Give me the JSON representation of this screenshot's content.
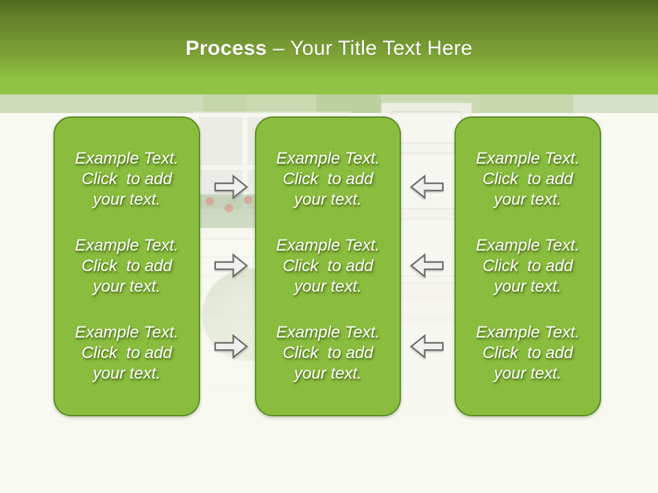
{
  "title": {
    "emphasis": "Process",
    "rest": " – Your Title Text Here"
  },
  "columns": [
    {
      "name": "left-process-box",
      "items": [
        "Example Text.\nClick  to add\nyour text.",
        "Example Text.\nClick  to add\nyour text.",
        "Example Text.\nClick  to add\nyour text."
      ]
    },
    {
      "name": "center-process-box",
      "items": [
        "Example Text.\nClick  to add\nyour text.",
        "Example Text.\nClick  to add\nyour text.",
        "Example Text.\nClick  to add\nyour text."
      ]
    },
    {
      "name": "right-process-box",
      "items": [
        "Example Text.\nClick  to add\nyour text.",
        "Example Text.\nClick  to add\nyour text.",
        "Example Text.\nClick  to add\nyour text."
      ]
    }
  ],
  "arrows": [
    {
      "direction": "right"
    },
    {
      "direction": "right"
    },
    {
      "direction": "right"
    },
    {
      "direction": "left"
    },
    {
      "direction": "left"
    },
    {
      "direction": "left"
    }
  ],
  "colors": {
    "header_gradient_top": "#4e681c",
    "header_gradient_bottom": "#8ec23f",
    "band": "#cfdcba",
    "body_background": "#f8f9f1",
    "box_fill": "#8abd3e",
    "box_border": "#5d8c26",
    "text": "#ffffff",
    "arrow_fill": "#f0f0ed",
    "arrow_stroke": "#6d6d6d"
  }
}
